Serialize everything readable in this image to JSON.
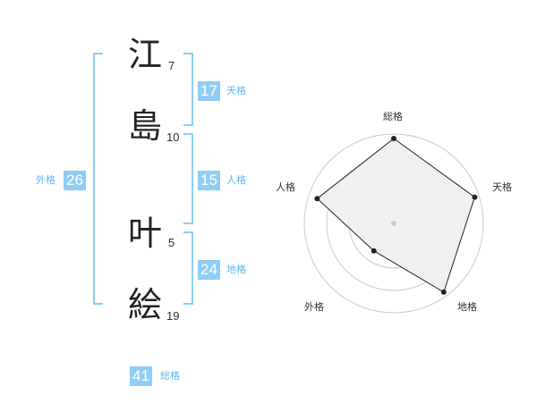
{
  "name_chars": [
    {
      "char": "江",
      "strokes": "7"
    },
    {
      "char": "島",
      "strokes": "10"
    },
    {
      "char": "叶",
      "strokes": "5"
    },
    {
      "char": "絵",
      "strokes": "19"
    }
  ],
  "scores": {
    "tenkaku": {
      "value": "17",
      "label": "天格"
    },
    "jinkaku": {
      "value": "15",
      "label": "人格"
    },
    "chikaku": {
      "value": "24",
      "label": "地格"
    },
    "gaikaku": {
      "value": "26",
      "label": "外格"
    },
    "soukaku": {
      "value": "41",
      "label": "総格"
    }
  },
  "colors": {
    "accent": "#8fcdf5",
    "label": "#5bb7ef",
    "text": "#222222",
    "radar_fill": "#eeeeee",
    "radar_grid": "#cccccc"
  },
  "chart_data": {
    "type": "radar",
    "axes": [
      "総格",
      "天格",
      "地格",
      "外格",
      "人格"
    ],
    "values": [
      0.95,
      0.95,
      0.95,
      0.38,
      0.9
    ],
    "grid_rings": 4,
    "grid": true
  }
}
